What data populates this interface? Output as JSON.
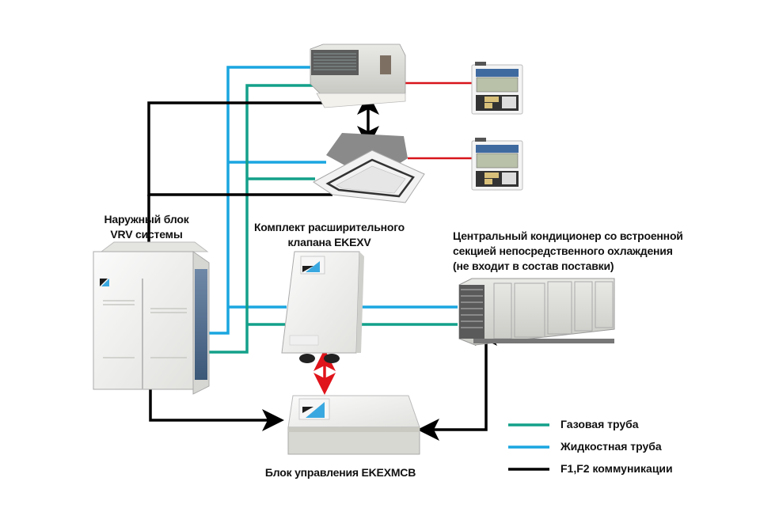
{
  "labels": {
    "outdoor_unit": [
      "Наружный блок",
      "VRV системы"
    ],
    "expansion_kit": [
      "Комплект расширительного",
      "клапана EKEXV"
    ],
    "ahu": [
      "Центральный кондиционер со встроенной",
      "секцией непосредственного охлаждения",
      "(не входит в состав поставки)"
    ],
    "control_box": "Блок управления EKEXMCB"
  },
  "legend": [
    {
      "label": "Газовая труба",
      "color": "#13a08a"
    },
    {
      "label": "Жидкостная труба",
      "color": "#1aa6e0"
    },
    {
      "label": "F1,F2 коммуникации",
      "color": "#000000"
    }
  ],
  "colors": {
    "gas": "#13a08a",
    "liquid": "#1aa6e0",
    "comm": "#000000",
    "remote": "#d8141b",
    "daikin_blue": "#3aa8e0"
  },
  "icons": {
    "outdoor_unit": "vrv-outdoor-unit-icon",
    "duct_unit": "ducted-indoor-unit-icon",
    "cassette_unit": "cassette-indoor-unit-icon",
    "remote": "remote-controller-icon",
    "expansion_kit": "expansion-valve-kit-icon",
    "control_box": "control-box-icon",
    "ahu": "air-handling-unit-icon"
  }
}
